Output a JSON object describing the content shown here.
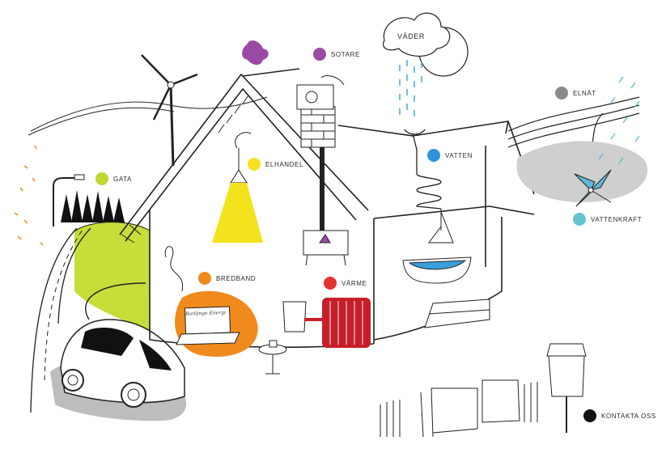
{
  "hotspots": {
    "gata": {
      "label": "GATA",
      "color": "#c2d630"
    },
    "elhandel": {
      "label": "ELHANDEL",
      "color": "#f5e11f"
    },
    "sotare": {
      "label": "SOTARE",
      "color": "#9b4aa3"
    },
    "vatten": {
      "label": "VATTEN",
      "color": "#2e93d8"
    },
    "elnat": {
      "label": "ELNÄT",
      "color": "#8a8a8a"
    },
    "vattenkraft": {
      "label": "VATTENKRAFT",
      "color": "#66c4cf"
    },
    "bredband": {
      "label": "BREDBAND",
      "color": "#f08a1c"
    },
    "varme": {
      "label": "VÄRME",
      "color": "#e5332f"
    },
    "kontakta": {
      "label": "KONTAKTA OSS",
      "color": "#111111"
    }
  },
  "cloud": {
    "label": "VÄDER"
  },
  "laptop": {
    "screen_text": "Borlänge Energi"
  },
  "colors": {
    "grass": "#c6dd3a",
    "light_cone": "#f3e31c",
    "laptop_blob": "#f08a1c",
    "radiator": "#c81e2a",
    "road_shadow": "#bdbdbd",
    "water": "#3aa0dc",
    "turbine": "#5fb8d8"
  }
}
